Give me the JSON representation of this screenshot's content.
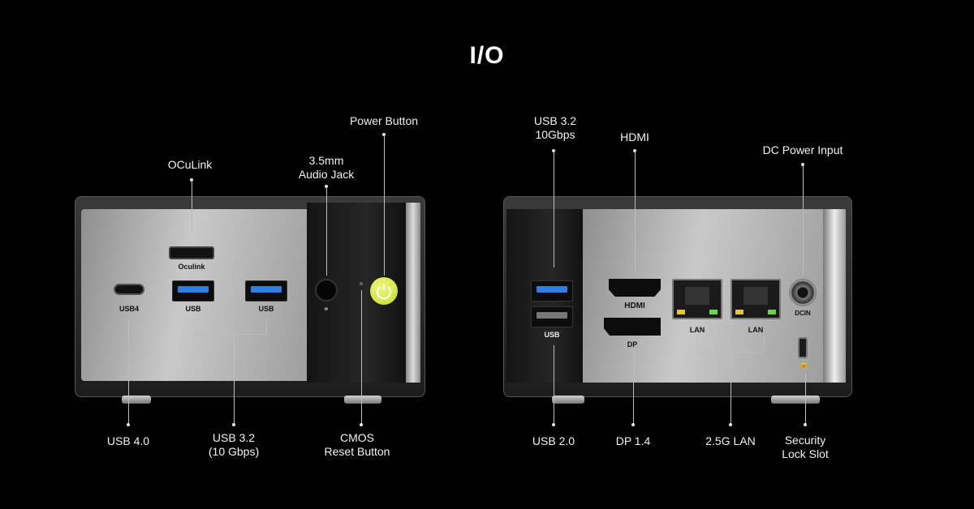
{
  "title": "I/O",
  "front": {
    "callouts_top": {
      "oculink": "OCuLink",
      "audio_jack": "3.5mm\nAudio Jack",
      "power_button": "Power Button"
    },
    "callouts_bottom": {
      "usb4": "USB 4.0",
      "usb32": "USB 3.2\n(10 Gbps)",
      "cmos": "CMOS\nReset Button"
    },
    "port_labels": {
      "oculink": "Oculink",
      "usb4": "USB4",
      "usb_a1": "USB",
      "usb_a2": "USB"
    }
  },
  "rear": {
    "callouts_top": {
      "usb32": "USB 3.2\n10Gbps",
      "hdmi": "HDMI",
      "dc_input": "DC Power Input"
    },
    "callouts_bottom": {
      "usb20": "USB 2.0",
      "dp": "DP 1.4",
      "lan": "2.5G LAN",
      "lock": "Security\nLock Slot"
    },
    "port_labels": {
      "usb": "USB",
      "hdmi": "HDMI",
      "dp": "DP",
      "lan1": "LAN",
      "lan2": "LAN",
      "dcin": "DCIN"
    }
  },
  "colors": {
    "usb3_blue": "#2f7fe0",
    "power_button_green": "#d6e84a",
    "led_yellow": "#e3c43a",
    "led_green": "#6dd24a"
  }
}
